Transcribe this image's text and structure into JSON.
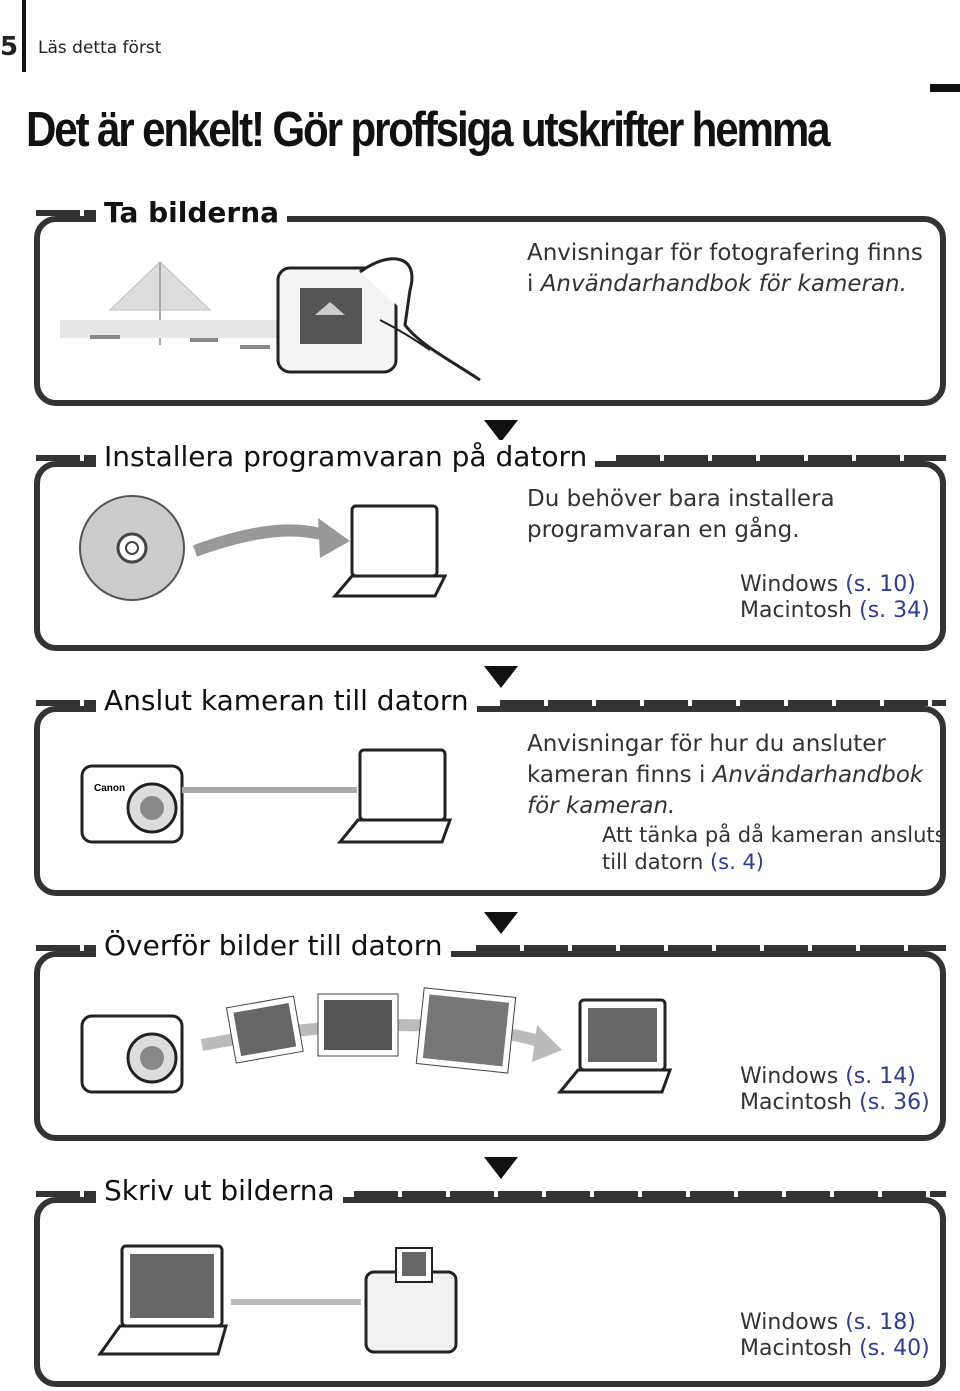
{
  "header": {
    "page_number": "5",
    "section": "Läs detta först"
  },
  "title": "Det är enkelt! Gör proffsiga utskrifter hemma",
  "steps": [
    {
      "title": "Ta bilderna",
      "desc_line1": "Anvisningar för fotografering finns",
      "desc_line2_prefix": "i ",
      "desc_line2_italic": "Användarhandbok för kameran."
    },
    {
      "title": "Installera programvaran på datorn",
      "desc_line1": "Du behöver bara installera",
      "desc_line2": "programvaran en gång.",
      "ref_windows": "Windows ",
      "ref_windows_page": "(s. 10)",
      "ref_mac": "Macintosh ",
      "ref_mac_page": "(s. 34)"
    },
    {
      "title": "Anslut kameran till datorn",
      "desc_line1": "Anvisningar för hur du ansluter",
      "desc_line2_prefix": "kameran finns i ",
      "desc_line2_italic": "Användarhandbok",
      "desc_line3_italic": "för kameran.",
      "note_line1": "Att tänka på då kameran ansluts",
      "note_line2": "till datorn ",
      "note_page": "(s. 4)"
    },
    {
      "title": "Överför bilder till datorn",
      "ref_windows": "Windows ",
      "ref_windows_page": "(s. 14)",
      "ref_mac": "Macintosh ",
      "ref_mac_page": "(s. 36)"
    },
    {
      "title": "Skriv ut bilderna",
      "ref_windows": "Windows ",
      "ref_windows_page": "(s. 18)",
      "ref_mac": "Macintosh ",
      "ref_mac_page": "(s. 40)"
    }
  ],
  "illustrations": {
    "camera_brand": "Canon"
  }
}
